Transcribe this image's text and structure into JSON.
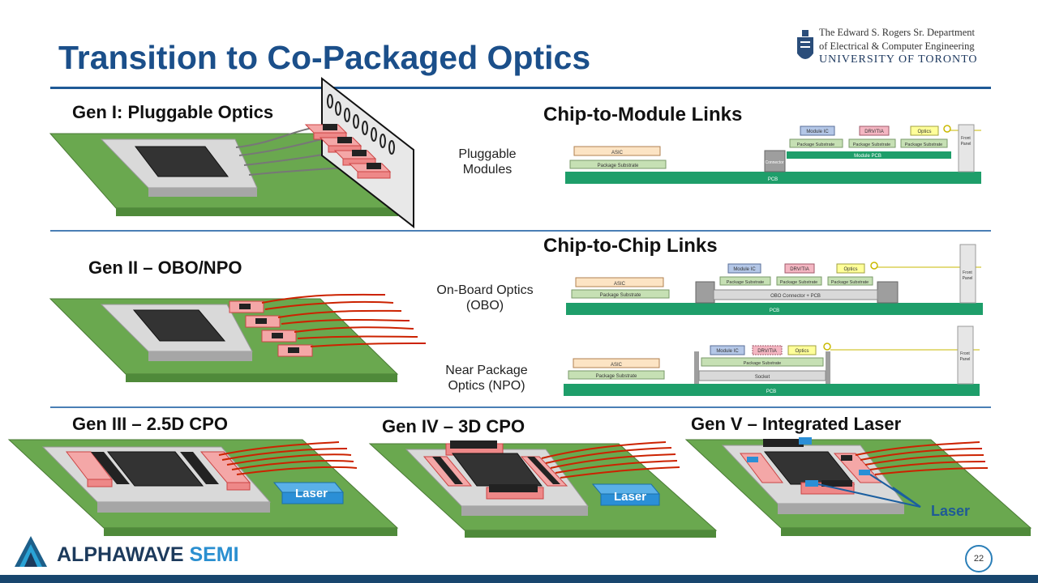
{
  "title": "Transition to Co-Packaged Optics",
  "university": {
    "line1": "The Edward S. Rogers Sr. Department",
    "line2": "of Electrical & Computer Engineering",
    "line3": "UNIVERSITY OF TORONTO"
  },
  "gens": {
    "gen1": "Gen I: Pluggable Optics",
    "gen2": "Gen II – OBO/NPO",
    "gen3": "Gen III – 2.5D CPO",
    "gen4": "Gen IV – 3D CPO",
    "gen5": "Gen V – Integrated Laser"
  },
  "sections": {
    "chip_to_module": "Chip-to-Module Links",
    "chip_to_chip": "Chip-to-Chip Links"
  },
  "row_labels": {
    "pluggable_1": "Pluggable",
    "pluggable_2": "Modules",
    "obo_1": "On-Board Optics",
    "obo_2": "(OBO)",
    "npo_1": "Near Package",
    "npo_2": "Optics (NPO)"
  },
  "cross_section": {
    "asic": "ASIC",
    "package_substrate": "Package Substrate",
    "pcb": "PCB",
    "connector": "Connector",
    "module_ic": "Module IC",
    "drv_tia": "DRV/TIA",
    "optics": "Optics",
    "module_pcb": "Module PCB",
    "front_panel_1": "Front",
    "front_panel_2": "Panel",
    "obo_connector": "OBO Connector + PCB",
    "socket": "Socket"
  },
  "laser_labels": {
    "laser_gen3": "Laser",
    "laser_gen4": "Laser",
    "laser_gen5": "Laser"
  },
  "footer": {
    "logo_main": "ALPHAWAVE",
    "logo_accent": "SEMI",
    "page_number": "22"
  },
  "colors": {
    "title_blue": "#1b4f8a",
    "board_green": "#6aa84f",
    "pcb_green": "#1e9e6a",
    "optics_pink": "#f4a7a7",
    "fiber_red": "#cc2200",
    "laser_blue": "#2b8fd6",
    "footer_bar": "#18466e"
  }
}
